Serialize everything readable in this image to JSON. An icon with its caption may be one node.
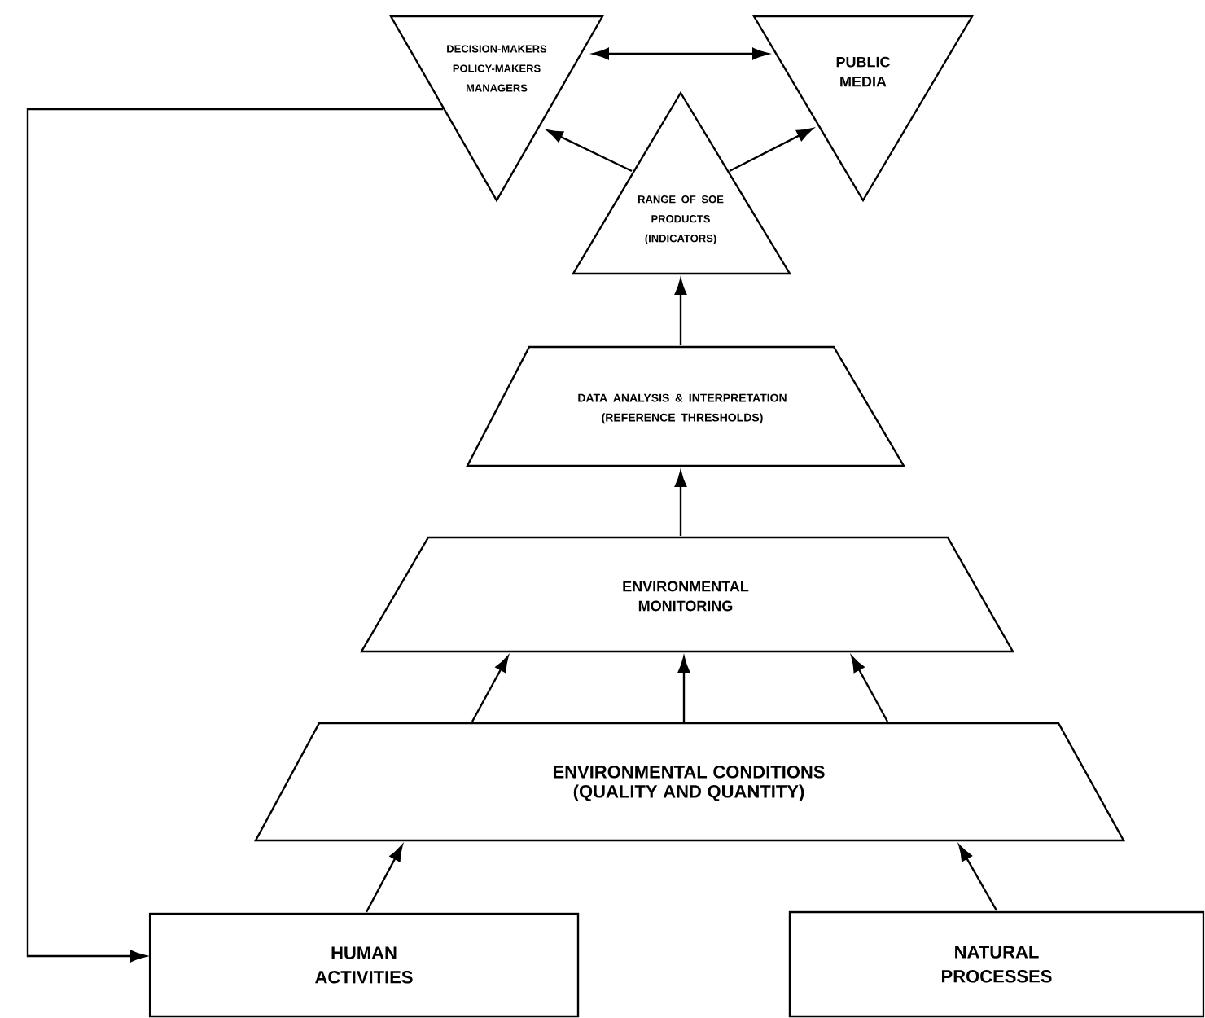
{
  "diagram": {
    "nodes": [
      {
        "text": [
          "DECISION-MAKERS POLICY-MAKERS MANAGERS"
        ]
      },
      {
        "text": [
          "PUBLIC MEDIA"
        ]
      },
      {
        "text": [
          "RANGE OF SOE PRODUCTS (INDICATORS)"
        ]
      },
      {
        "text": [
          "DATA ANALYSIS & INTERPRETATION (REFERENCE THRESHOLDS)"
        ]
      },
      {
        "text": [
          "ENVIRONMENTAL MONITORING"
        ]
      },
      {
        "text": [
          "ENVIRONMENTAL CONDITIONS (QUALITY AND QUANTITY)"
        ]
      },
      {
        "text": [
          "HUMAN ACTIVITIES"
        ]
      },
      {
        "text": [
          "NATURAL PROCESSES"
        ]
      }
    ],
    "edges": [
      {
        "from": 0,
        "to": 1,
        "arrow": "both"
      },
      {
        "from": 2,
        "to": 0,
        "arrow": "to"
      },
      {
        "from": 2,
        "to": 1,
        "arrow": "to"
      },
      {
        "from": 3,
        "to": 2,
        "arrow": "to"
      },
      {
        "from": 4,
        "to": 3,
        "arrow": "to"
      },
      {
        "from": 5,
        "to": 4,
        "arrow": "to"
      },
      {
        "from": 5,
        "to": 4,
        "arrow": "to"
      },
      {
        "from": 5,
        "to": 4,
        "arrow": "to"
      },
      {
        "from": 6,
        "to": 5,
        "arrow": "to"
      },
      {
        "from": 7,
        "to": 5,
        "arrow": "to"
      },
      {
        "from": 0,
        "to": 6,
        "arrow": "to"
      }
    ]
  }
}
